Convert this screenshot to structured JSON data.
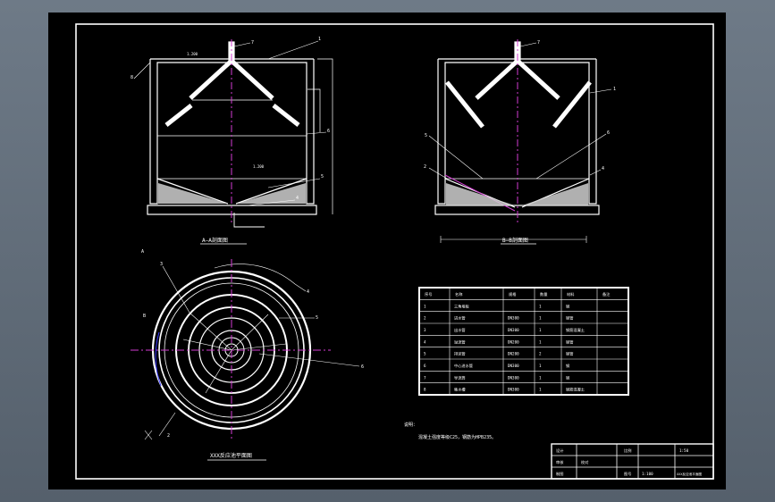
{
  "drawing": {
    "section_a": {
      "title": "A—A剖面图",
      "elev_top": "1.200",
      "elev_mid": "1.200",
      "callouts": [
        "7",
        "8",
        "1",
        "6",
        "5",
        "4"
      ]
    },
    "section_b": {
      "title": "B—B剖面图",
      "callouts": [
        "7",
        "1",
        "5",
        "6",
        "2",
        "4"
      ]
    },
    "plan": {
      "title": "XXX反应池平面图",
      "callouts": [
        "3",
        "4",
        "5",
        "6",
        "2"
      ],
      "cut_a": "A",
      "cut_b": "B"
    },
    "notes": {
      "heading": "说明：",
      "line1": "混凝土强度等级C25，钢筋为HPB235。"
    }
  },
  "table": {
    "headers": [
      "序号",
      "名称",
      "规格",
      "数量",
      "材料",
      "备注"
    ],
    "rows": [
      [
        "1",
        "三角堰板",
        "",
        "1",
        "钢",
        ""
      ],
      [
        "2",
        "进水管",
        "DN300",
        "1",
        "钢管",
        ""
      ],
      [
        "3",
        "出水管",
        "DN300",
        "1",
        "钢筋混凝土",
        ""
      ],
      [
        "4",
        "溢流管",
        "DN200",
        "1",
        "钢管",
        ""
      ],
      [
        "5",
        "排泥管",
        "DN200",
        "2",
        "钢管",
        ""
      ],
      [
        "6",
        "中心进水管",
        "DN300",
        "1",
        "钢",
        ""
      ],
      [
        "7",
        "导流筒",
        "DN300",
        "1",
        "钢",
        ""
      ],
      [
        "8",
        "集水槽",
        "DN300",
        "1",
        "钢筋混凝土",
        ""
      ]
    ]
  },
  "title_block": {
    "r1c1": "设计",
    "r1c3": "比例",
    "r1c4": "1:50",
    "r2c1": "审核",
    "r2c2": "校对",
    "r3c1": "制图",
    "r3c3": "图号",
    "r3c4": "XXX反应池平面图",
    "r3c5": "1:100"
  },
  "colors": {
    "line": "#ffffff",
    "center": "#d23cd2",
    "dim": "#ffffff",
    "bg": "#000000",
    "blue": "#3a3aff"
  }
}
